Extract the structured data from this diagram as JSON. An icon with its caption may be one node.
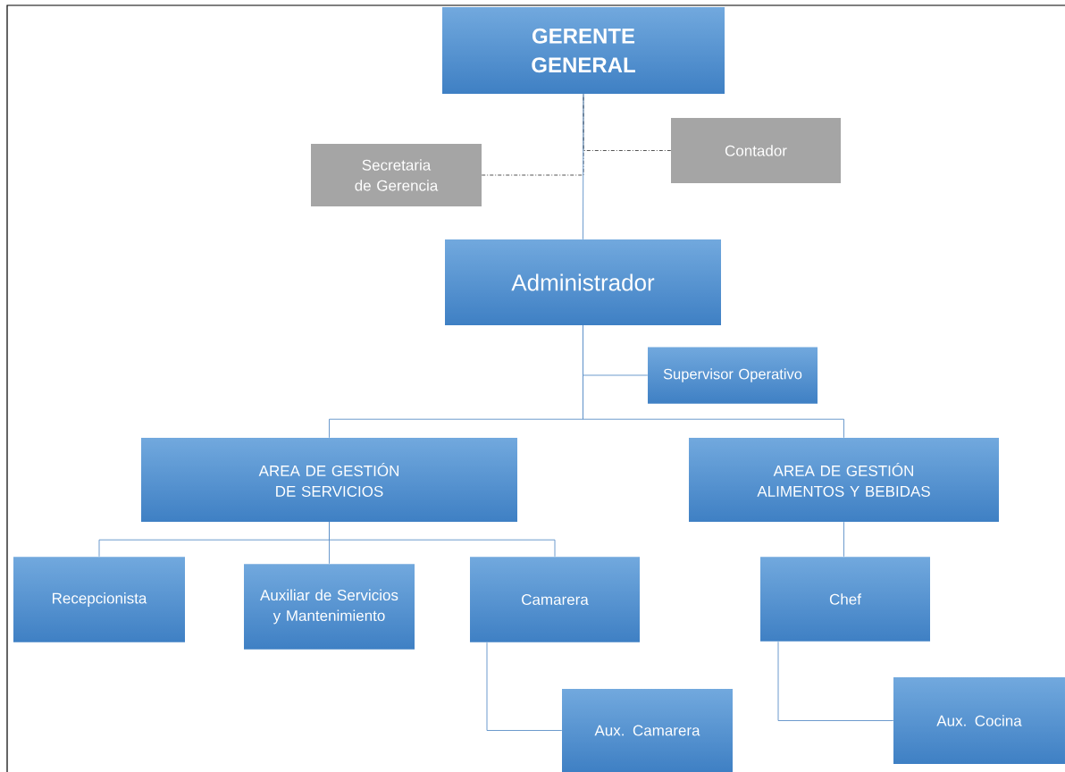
{
  "diagram": {
    "nodes": [
      {
        "text": [
          "GERENTE GENERAL"
        ]
      },
      {
        "text": [
          "Secretaria de Gerencia"
        ]
      },
      {
        "text": [
          "Contador"
        ]
      },
      {
        "text": [
          "Administrador"
        ]
      },
      {
        "text": [
          "Supervisor Operativo"
        ]
      },
      {
        "text": [
          "AREA DE GESTIÓN DE SERVICIOS"
        ]
      },
      {
        "text": [
          "AREA DE GESTIÓN ALIMENTOS Y BEBIDAS"
        ]
      },
      {
        "text": [
          "Recepcionista"
        ]
      },
      {
        "text": [
          "Auxiliar de Servicios y Mantenimiento"
        ]
      },
      {
        "text": [
          "Camarera"
        ]
      },
      {
        "text": [
          "Chef"
        ]
      },
      {
        "text": [
          "Aux. Camarera"
        ]
      },
      {
        "text": [
          "Aux. Cocina"
        ]
      }
    ],
    "edges": [
      {
        "from": 0,
        "to": 1,
        "arrow": "none",
        "style": "dashed",
        "color": "#404040"
      },
      {
        "from": 0,
        "to": 2,
        "arrow": "none",
        "style": "dashed",
        "color": "#404040"
      },
      {
        "from": 0,
        "to": 3,
        "arrow": "none"
      },
      {
        "from": 3,
        "to": 4,
        "arrow": "none"
      },
      {
        "from": 3,
        "to": 5,
        "arrow": "none"
      },
      {
        "from": 3,
        "to": 6,
        "arrow": "none"
      },
      {
        "from": 5,
        "to": 7,
        "arrow": "none"
      },
      {
        "from": 5,
        "to": 8,
        "arrow": "none"
      },
      {
        "from": 5,
        "to": 9,
        "arrow": "none"
      },
      {
        "from": 6,
        "to": 10,
        "arrow": "none"
      },
      {
        "from": 9,
        "to": 11,
        "arrow": "none"
      },
      {
        "from": 10,
        "to": 12,
        "arrow": "none"
      }
    ]
  }
}
